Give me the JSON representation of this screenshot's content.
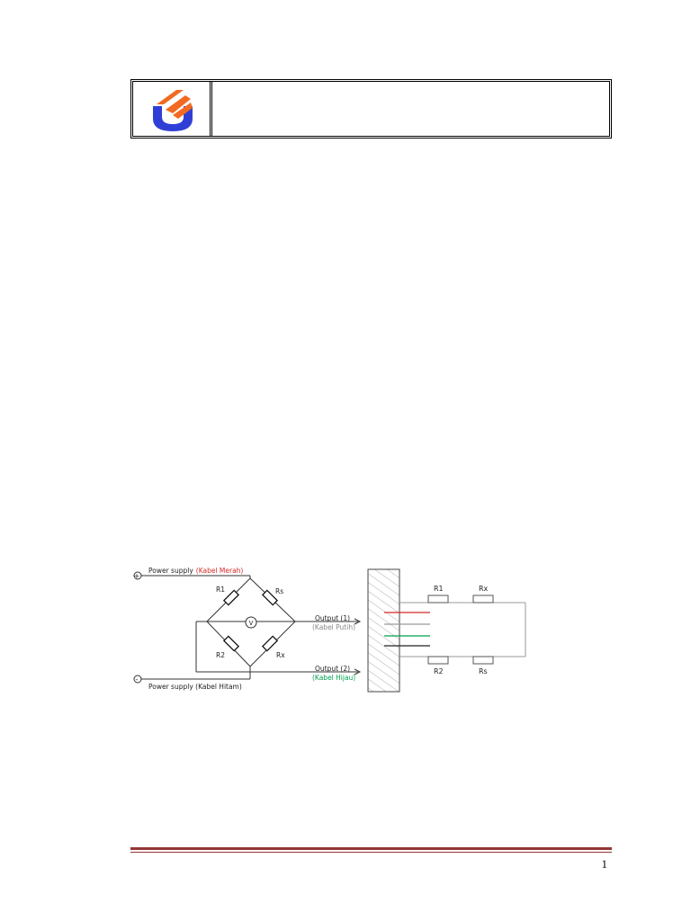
{
  "header": {
    "title": ""
  },
  "diagram": {
    "bridge": {
      "supply_plus_label": "Power supply",
      "supply_plus_note": "(Kabel Merah)",
      "supply_minus_label": "Power supply (Kabel Hitam)",
      "plus_symbol": "+",
      "minus_symbol": "-",
      "r1": "R1",
      "rs": "Rs",
      "r2": "R2",
      "rx": "Rx",
      "meter": "V",
      "output1": "Output (1)",
      "output1_note": "(Kabel Putih)",
      "output2": "Output (2)",
      "output2_note": "(Kabel Hijau)"
    },
    "gauge": {
      "r1": "R1",
      "rx": "Rx",
      "r2": "R2",
      "rs": "Rs"
    },
    "colors": {
      "red_wire": "#d62828",
      "white_wire": "#999999",
      "green_wire": "#00a050",
      "black_wire": "#222222",
      "footer_rule": "#943634"
    }
  },
  "footer": {
    "page_number": "1"
  }
}
